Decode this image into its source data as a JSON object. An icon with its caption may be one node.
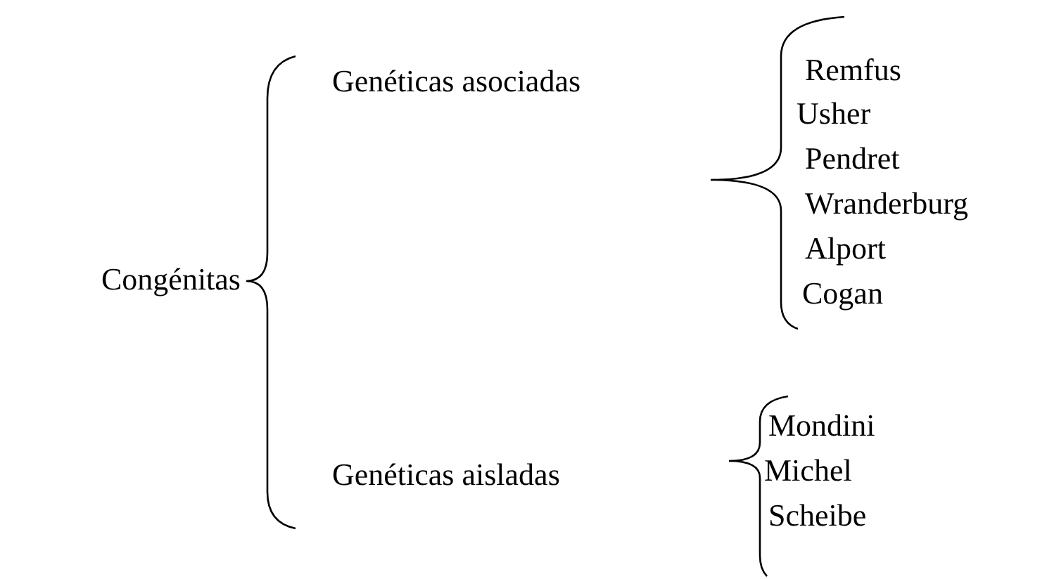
{
  "diagram": {
    "labels": [
      "Congénitas",
      "Genéticas asociadas",
      "Remfus",
      "Usher",
      "Pendret",
      "Wranderburg",
      "Alport",
      "Cogan",
      "Genéticas aisladas",
      "Mondini",
      "Michel",
      "Scheibe"
    ]
  }
}
